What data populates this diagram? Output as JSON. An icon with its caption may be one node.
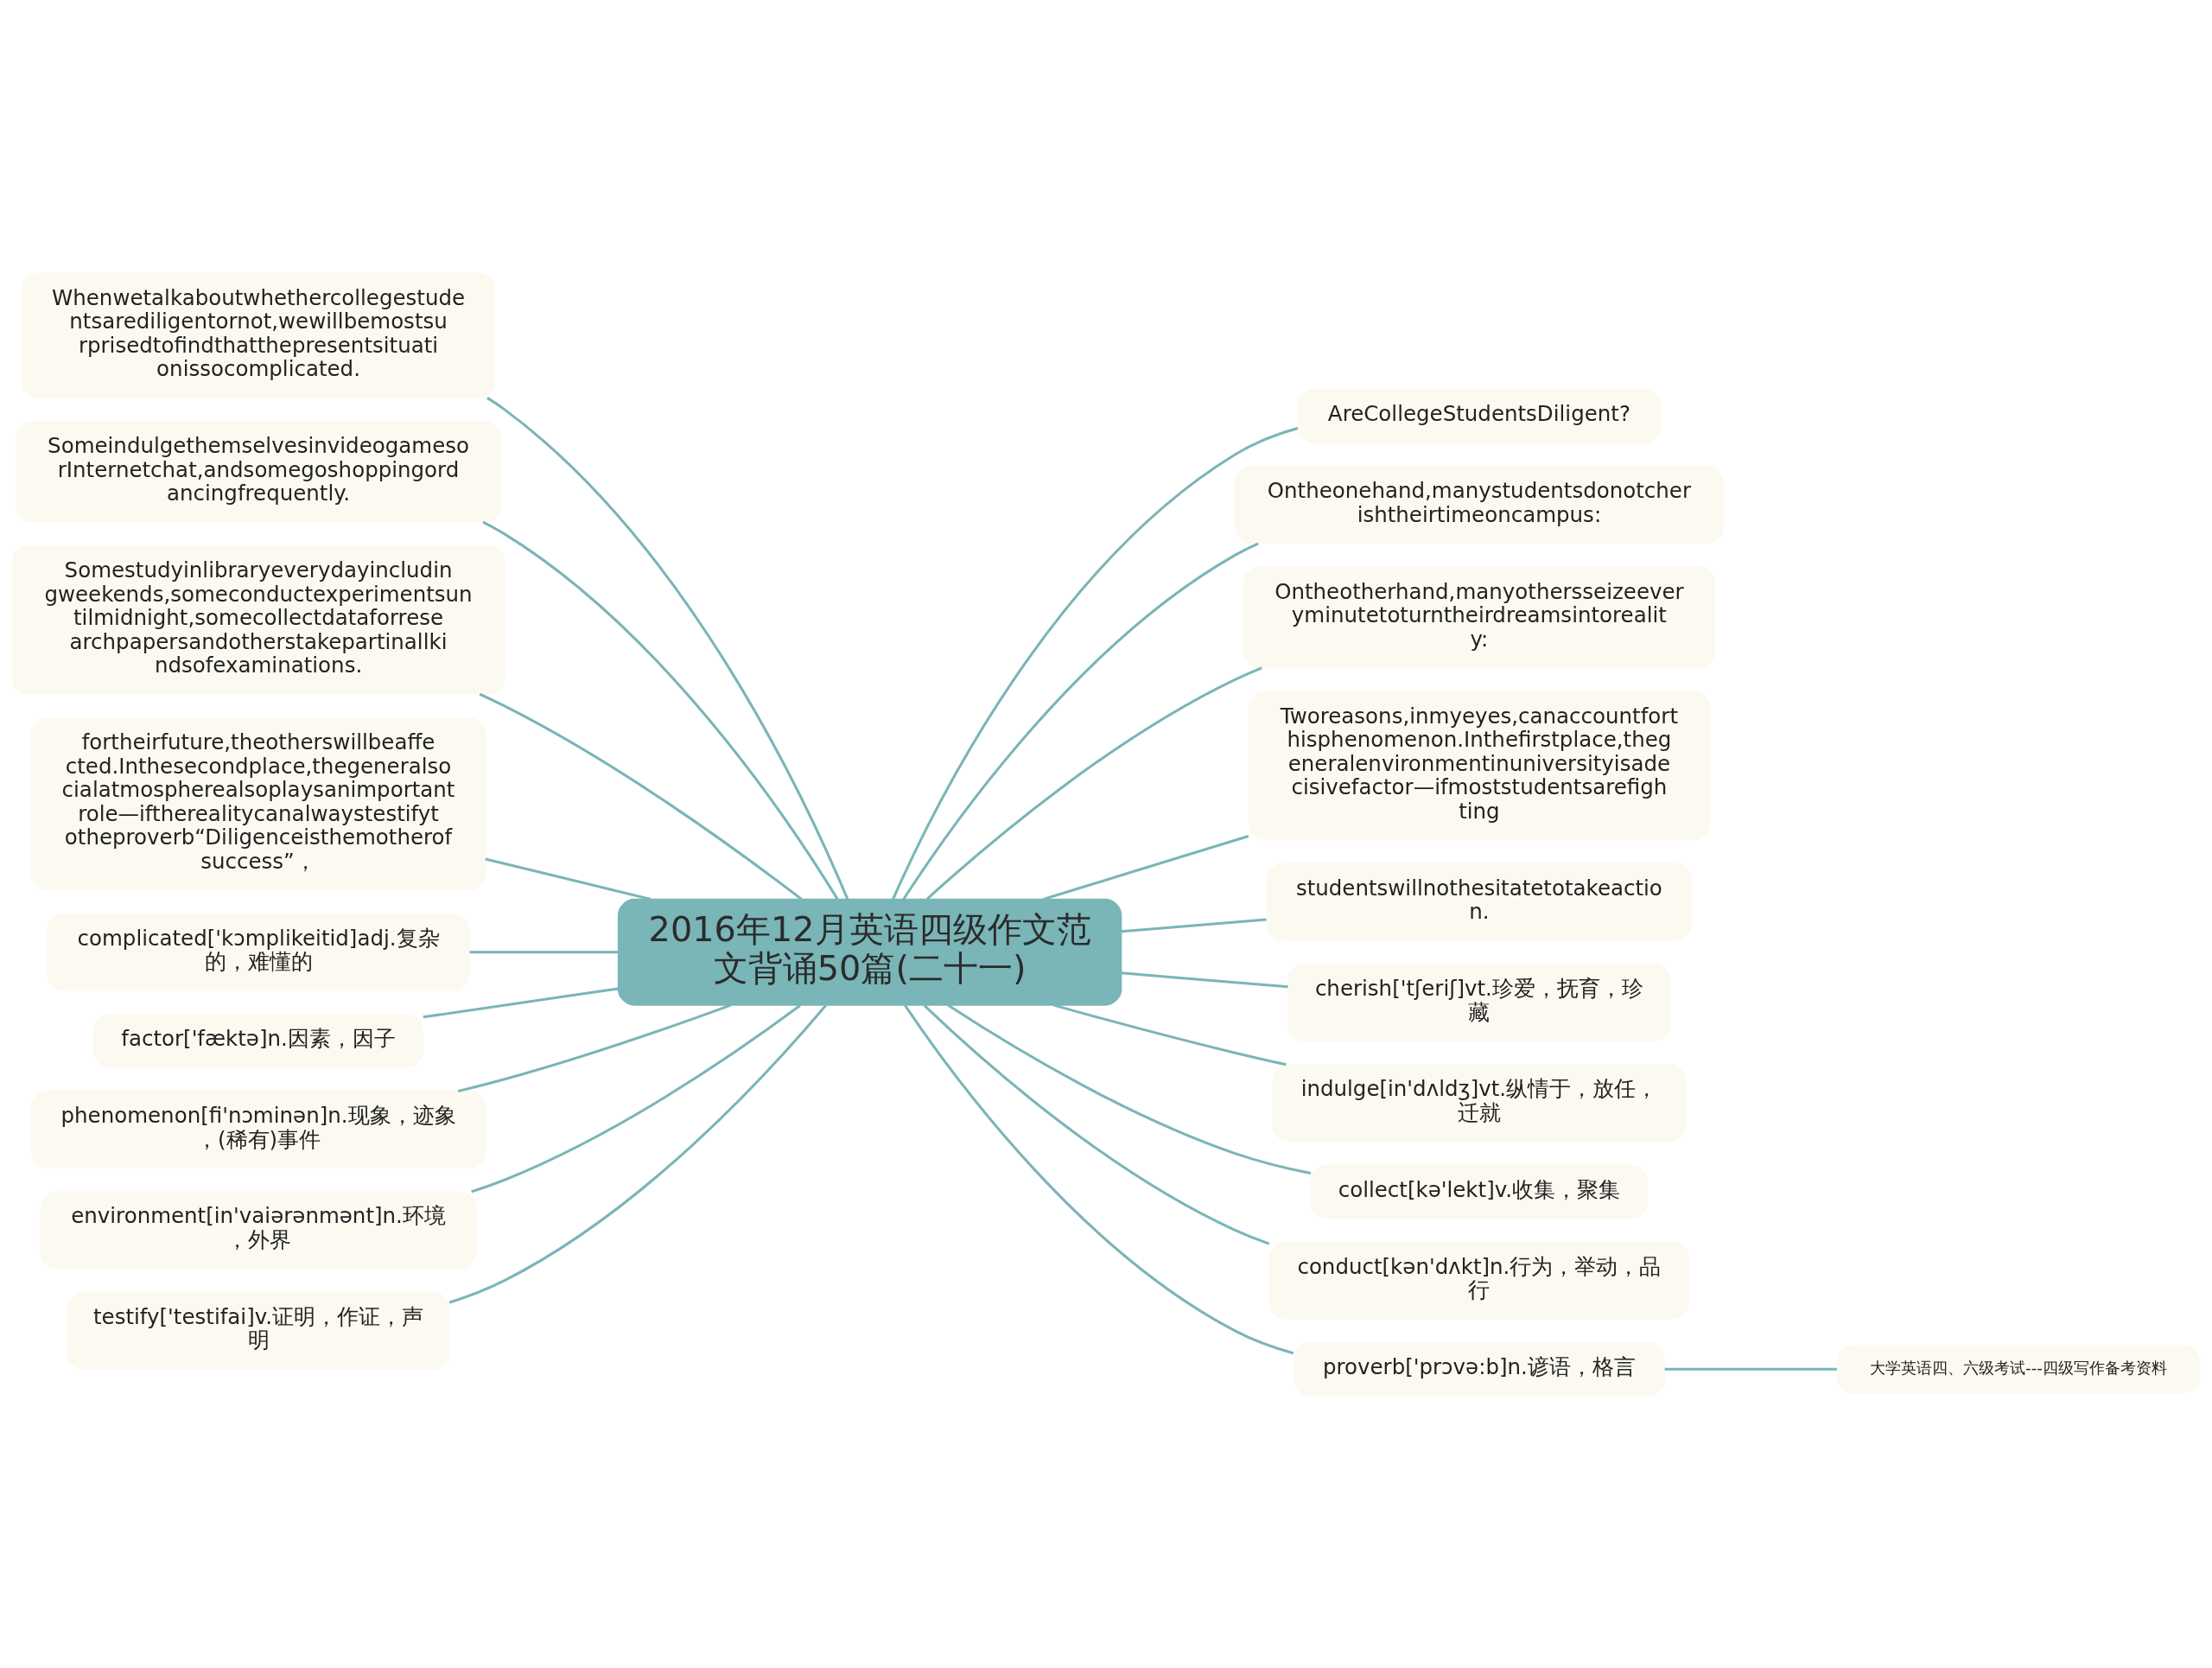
{
  "diagram": {
    "nodes": [
      {
        "text": [
          "2016年12月英语四级作文范文背诵50篇(二十一)"
        ]
      },
      {
        "text": [
          "AreCollegeStudentsDiligent?"
        ]
      },
      {
        "text": [
          "Ontheonehand,manystudentsdonotcherishtheirtimeoncampus:"
        ]
      },
      {
        "text": [
          "Ontheotherhand,manyothersseizeeveryminutetoturntheirdreamsintoreality:"
        ]
      },
      {
        "text": [
          "Tworeasons,inmyeyes,canaccountforthisphenomenon.Inthefirstplace,thegeneralenvironmentinuniversityisadecisivefactor—ifmoststudentsarefighting"
        ]
      },
      {
        "text": [
          "studentswillnothesitatetotakeaction."
        ]
      },
      {
        "text": [
          "cherish['tʃeriʃ]vt.珍爱，抚育，珍藏"
        ]
      },
      {
        "text": [
          "indulge[in'dʌldʒ]vt.纵情于，放任，迁就"
        ]
      },
      {
        "text": [
          "collect[kə'lekt]v.收集，聚集"
        ]
      },
      {
        "text": [
          "conduct[kən'dʌkt]n.行为，举动，品行"
        ]
      },
      {
        "text": [
          "proverb['prɔvə:b]n.谚语，格言"
        ]
      },
      {
        "text": [
          "大学英语四、六级考试---四级写作备考资料"
        ]
      },
      {
        "text": [
          "Whenwetalkaboutwhethercollegestudentsarediligentornot,wewillbemostsurprisedtofindthatthepresentsituationissocomplicated."
        ]
      },
      {
        "text": [
          "SomeindulgethemselvesinvideogamesorInternetchat,andsomegoshoppingordancingfrequently."
        ]
      },
      {
        "text": [
          "Somestudyinlibraryeverydayincludingweekends,someconductexperimentsuntilmidnight,somecollectdataforresearchpapersandotherstakepartinallkindsofexaminations."
        ]
      },
      {
        "text": [
          "fortheirfuture,theotherswillbeaffected.Inthesecondplace,thegeneralsocialatmospherealsoplaysanimportantrole—iftherealitycanalwaystestifytotheproverb“Diligenceisthemotherofsuccess”，"
        ]
      },
      {
        "text": [
          "complicated['kɔmplikeitid]adj.复杂的，难懂的"
        ]
      },
      {
        "text": [
          "factor['fæktə]n.因素，因子"
        ]
      },
      {
        "text": [
          "phenomenon[fi'nɔminən]n.现象，迹象，(稀有)事件"
        ]
      },
      {
        "text": [
          "environment[in'vaiərənmənt]n.环境，外界"
        ]
      },
      {
        "text": [
          "testify['testifai]v.证明，作证，声明"
        ]
      }
    ],
    "edges": [
      {
        "from": 0,
        "to": 1,
        "arrow": "none"
      },
      {
        "from": 0,
        "to": 2,
        "arrow": "none"
      },
      {
        "from": 0,
        "to": 3,
        "arrow": "none"
      },
      {
        "from": 0,
        "to": 4,
        "arrow": "none"
      },
      {
        "from": 0,
        "to": 5,
        "arrow": "none"
      },
      {
        "from": 0,
        "to": 6,
        "arrow": "none"
      },
      {
        "from": 0,
        "to": 7,
        "arrow": "none"
      },
      {
        "from": 0,
        "to": 8,
        "arrow": "none"
      },
      {
        "from": 0,
        "to": 9,
        "arrow": "none"
      },
      {
        "from": 0,
        "to": 10,
        "arrow": "none"
      },
      {
        "from": 10,
        "to": 11,
        "arrow": "none"
      },
      {
        "from": 0,
        "to": 12,
        "arrow": "none"
      },
      {
        "from": 0,
        "to": 13,
        "arrow": "none"
      },
      {
        "from": 0,
        "to": 14,
        "arrow": "none"
      },
      {
        "from": 0,
        "to": 15,
        "arrow": "none"
      },
      {
        "from": 0,
        "to": 16,
        "arrow": "none"
      },
      {
        "from": 0,
        "to": 17,
        "arrow": "none"
      },
      {
        "from": 0,
        "to": 18,
        "arrow": "none"
      },
      {
        "from": 0,
        "to": 19,
        "arrow": "none"
      },
      {
        "from": 0,
        "to": 20,
        "arrow": "none"
      }
    ]
  }
}
